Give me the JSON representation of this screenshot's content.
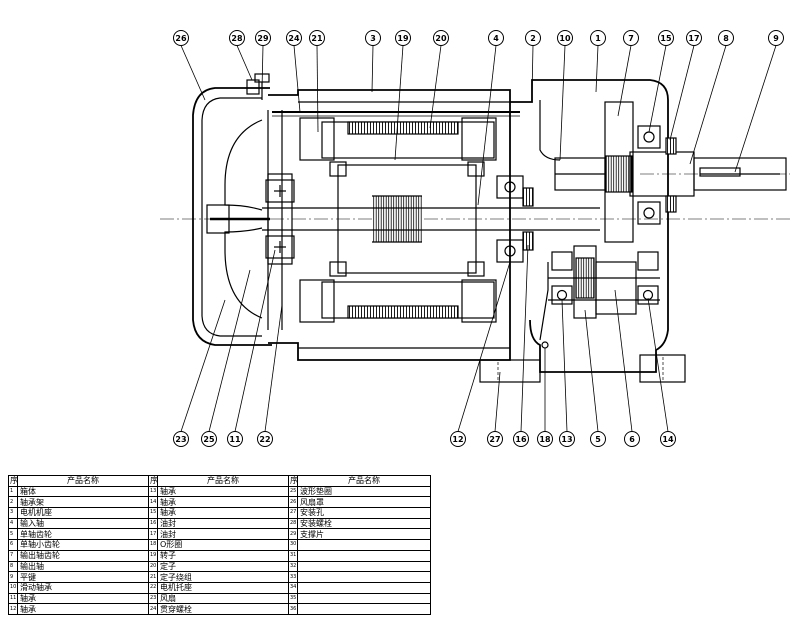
{
  "callouts": {
    "top": [
      "26",
      "28",
      "29",
      "24",
      "21",
      "3",
      "19",
      "20",
      "4",
      "2",
      "10",
      "1",
      "7",
      "15",
      "17",
      "8",
      "9"
    ],
    "bottom": [
      "23",
      "25",
      "11",
      "22",
      "12",
      "27",
      "16",
      "18",
      "13",
      "5",
      "6",
      "14"
    ]
  },
  "table": {
    "no_header": "序号",
    "name_header": "产品名称",
    "columns": [
      [
        {
          "no": "1",
          "name": "箱体"
        },
        {
          "no": "2",
          "name": "轴承架"
        },
        {
          "no": "3",
          "name": "电机机座"
        },
        {
          "no": "4",
          "name": "输入轴"
        },
        {
          "no": "5",
          "name": "单轴齿轮"
        },
        {
          "no": "6",
          "name": "单轴小齿轮"
        },
        {
          "no": "7",
          "name": "输出轴齿轮"
        },
        {
          "no": "8",
          "name": "输出轴"
        },
        {
          "no": "9",
          "name": "平键"
        },
        {
          "no": "10",
          "name": "滑动轴承"
        },
        {
          "no": "11",
          "name": "轴承"
        },
        {
          "no": "12",
          "name": "轴承"
        }
      ],
      [
        {
          "no": "13",
          "name": "轴承"
        },
        {
          "no": "14",
          "name": "轴承"
        },
        {
          "no": "15",
          "name": "轴承"
        },
        {
          "no": "16",
          "name": "油封"
        },
        {
          "no": "17",
          "name": "油封"
        },
        {
          "no": "18",
          "name": "O形圈"
        },
        {
          "no": "19",
          "name": "转子"
        },
        {
          "no": "20",
          "name": "定子"
        },
        {
          "no": "21",
          "name": "定子绕组"
        },
        {
          "no": "22",
          "name": "电机托座"
        },
        {
          "no": "23",
          "name": "风扇"
        },
        {
          "no": "24",
          "name": "贯穿螺栓"
        }
      ],
      [
        {
          "no": "25",
          "name": "波形垫圈"
        },
        {
          "no": "26",
          "name": "风扇罩"
        },
        {
          "no": "27",
          "name": "安装孔"
        },
        {
          "no": "28",
          "name": "安装螺栓"
        },
        {
          "no": "29",
          "name": "支撑片"
        },
        {
          "no": "30",
          "name": ""
        },
        {
          "no": "31",
          "name": ""
        },
        {
          "no": "32",
          "name": ""
        },
        {
          "no": "33",
          "name": ""
        },
        {
          "no": "34",
          "name": ""
        },
        {
          "no": "35",
          "name": ""
        },
        {
          "no": "36",
          "name": ""
        }
      ]
    ]
  }
}
